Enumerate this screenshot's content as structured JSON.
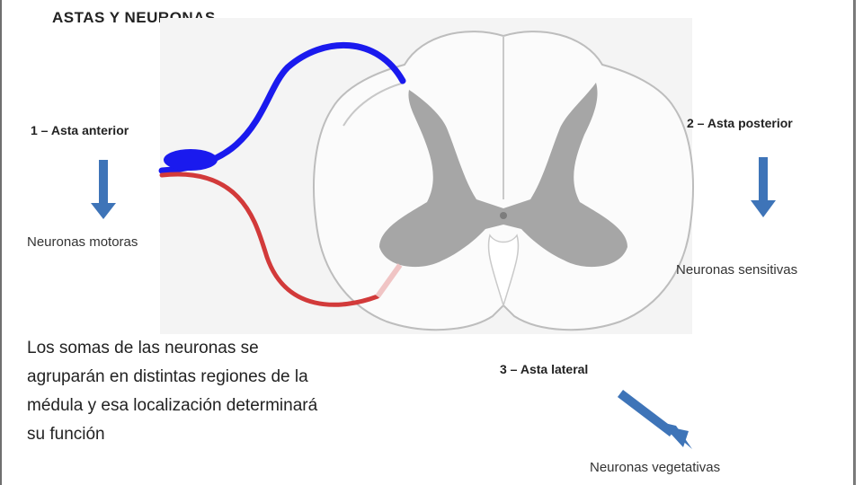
{
  "slide": {
    "title": "ASTAS Y NEURONAS"
  },
  "horns": {
    "anterior": {
      "heading": "1 – Asta anterior",
      "neurons": "Neuronas motoras"
    },
    "posterior": {
      "heading": "2 – Asta posterior",
      "neurons": "Neuronas sensitivas"
    },
    "lateral": {
      "heading": "3 – Asta lateral",
      "neurons": "Neuronas vegetativas"
    }
  },
  "description": {
    "lines": [
      "Los somas de las neuronas se",
      "agruparán en distintas regiones de la",
      "médula y esa localización determinará",
      "su función"
    ]
  },
  "colors": {
    "sensory_fiber": "#1a1aee",
    "motor_fiber": "#d23a3a",
    "grey_matter": "#a6a6a6",
    "arrow": "#3e74b8"
  }
}
